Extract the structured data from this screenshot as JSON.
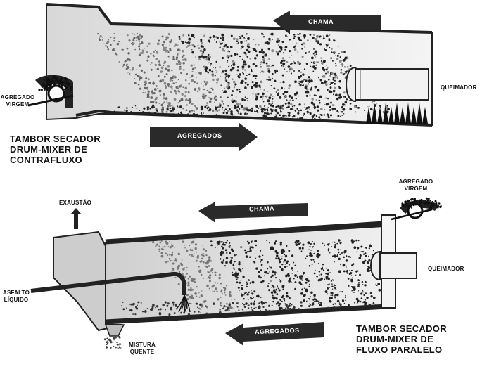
{
  "top": {
    "arrow_flame": "CHAMA",
    "arrow_aggregates": "AGREGADOS",
    "burner": "QUEIMADOR",
    "virgin_line1": "AGREGADO",
    "virgin_line2": "VIRGEM",
    "title_line1": "TAMBOR SECADOR",
    "title_line2": "DRUM-MIXER DE",
    "title_line3": "CONTRAFLUXO"
  },
  "bottom": {
    "arrow_flame": "CHAMA",
    "arrow_aggregates": "AGREGADOS",
    "exhaust": "EXAUSTÃO",
    "virgin_line1": "AGREGADO",
    "virgin_line2": "VIRGEM",
    "burner": "QUEIMADOR",
    "asphalt_line1": "ASFALTO",
    "asphalt_line2": "LÍQUIDO",
    "hot_mix_line1": "MISTURA",
    "hot_mix_line2": "QUENTE",
    "title_line1": "TAMBOR SECADOR",
    "title_line2": "DRUM-MIXER DE",
    "title_line3": "FLUXO PARALELO"
  }
}
